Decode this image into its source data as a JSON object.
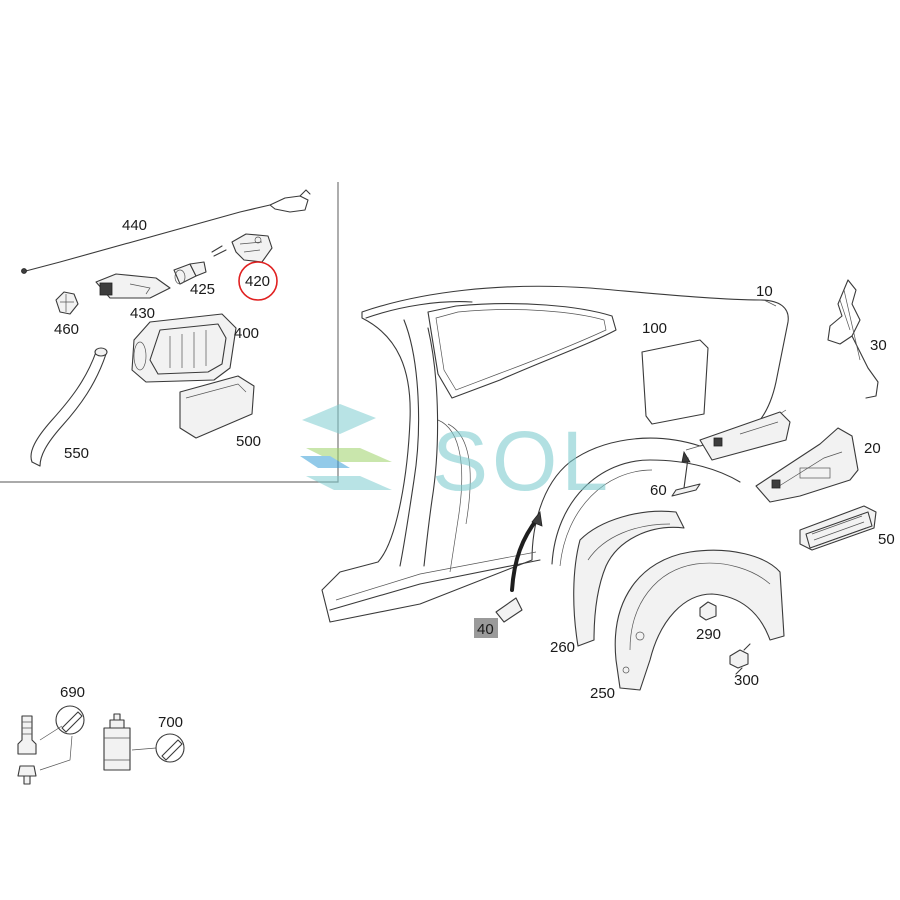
{
  "callouts": {
    "c10": "10",
    "c20": "20",
    "c30": "30",
    "c40": "40",
    "c50": "50",
    "c60": "60",
    "c100": "100",
    "c250": "250",
    "c260": "260",
    "c290": "290",
    "c300": "300",
    "c400": "400",
    "c420": "420",
    "c425": "425",
    "c430": "430",
    "c440": "440",
    "c460": "460",
    "c500": "500",
    "c550": "550",
    "c690": "690",
    "c700": "700"
  },
  "highlight": {
    "part": "420",
    "color": "#e02020"
  },
  "watermark": {
    "text": "SOL",
    "colors": [
      "#7fcdd0",
      "#3a9fd8",
      "#9ed36a"
    ]
  },
  "colors": {
    "line": "#3a3a3a",
    "tag_bg": "#9a9a9a",
    "frame": "#777777"
  }
}
